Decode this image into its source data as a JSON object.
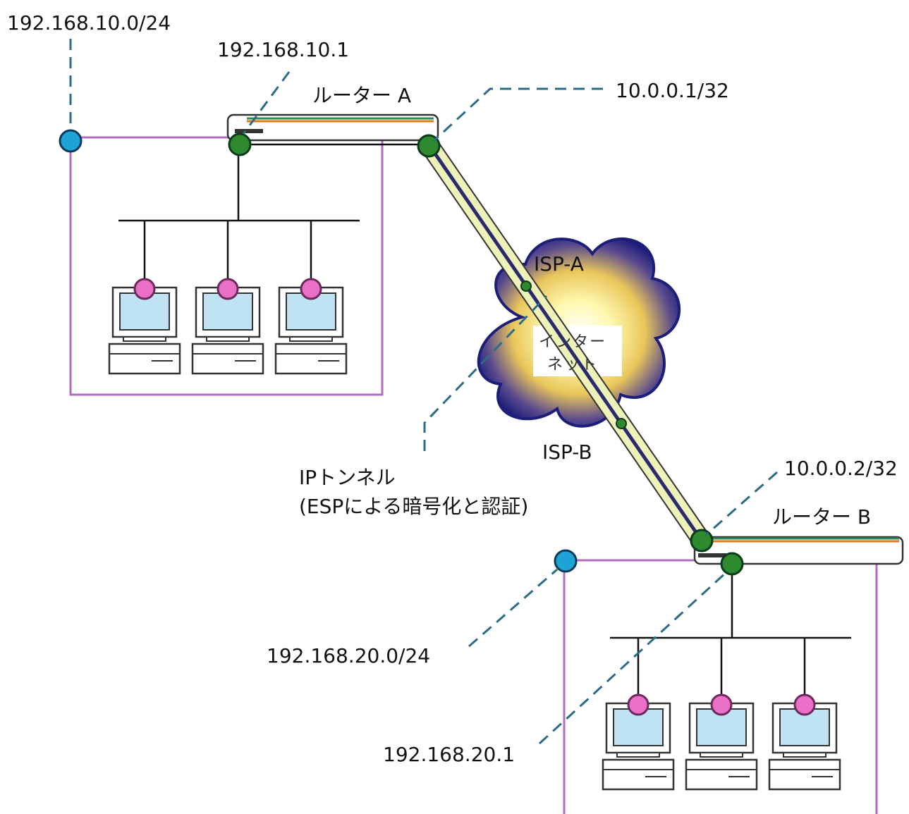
{
  "labels": {
    "net_a": "192.168.10.0/24",
    "gw_a": "192.168.10.1",
    "router_a": "ルーター A",
    "wan_a": "10.0.0.1/32",
    "isp_a": "ISP-A",
    "internet_line1": "インター",
    "internet_line2": "ネット",
    "isp_b": "ISP-B",
    "tunnel_line1": "IPトンネル",
    "tunnel_line2": "(ESPによる暗号化と認証)",
    "wan_b": "10.0.0.2/32",
    "router_b": "ルーター B",
    "net_b": "192.168.20.0/24",
    "gw_b": "192.168.20.1"
  },
  "colors": {
    "lan_boundary": "#b06cc0",
    "leader_dash": "#2b6c86",
    "tunnel_fill": "#eef2b8",
    "tunnel_core": "#2a2a6e",
    "interface_node": "#2f8a2f",
    "network_node": "#1ea3d6",
    "pc_node": "#ea6fc6",
    "cloud_outer": "#1d1e7a",
    "cloud_inner": "#fff8b0"
  },
  "icons": {
    "pc": "desktop-computer-icon",
    "router": "router-icon",
    "cloud": "internet-cloud-icon"
  }
}
